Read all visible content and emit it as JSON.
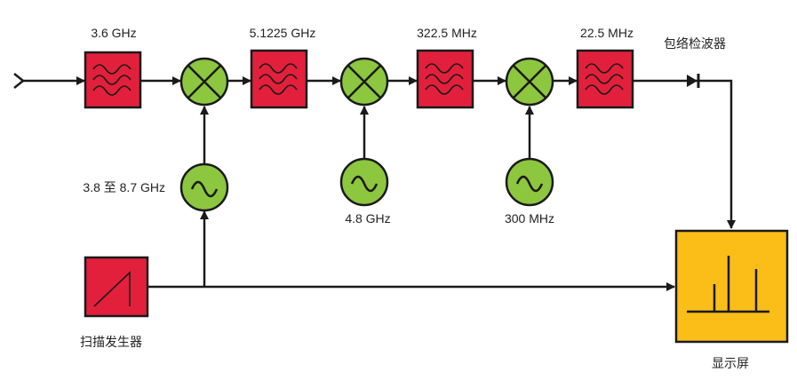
{
  "colors": {
    "filter": "#e2203c",
    "mixer": "#8dc63f",
    "oscillator": "#8dc63f",
    "display": "#fbbd17",
    "line": "#1a1a1a"
  },
  "filters": [
    {
      "label": "3.6 GHz"
    },
    {
      "label": "5.1225 GHz"
    },
    {
      "label": "322.5 MHz"
    },
    {
      "label": "22.5 MHz"
    }
  ],
  "oscillators": [
    {
      "label": "3.8 至 8.7 GHz"
    },
    {
      "label": "4.8 GHz"
    },
    {
      "label": "300 MHz"
    }
  ],
  "detector": {
    "label": "包络检波器"
  },
  "sweep_generator": {
    "label": "扫描发生器"
  },
  "display": {
    "label": "显示屏"
  }
}
